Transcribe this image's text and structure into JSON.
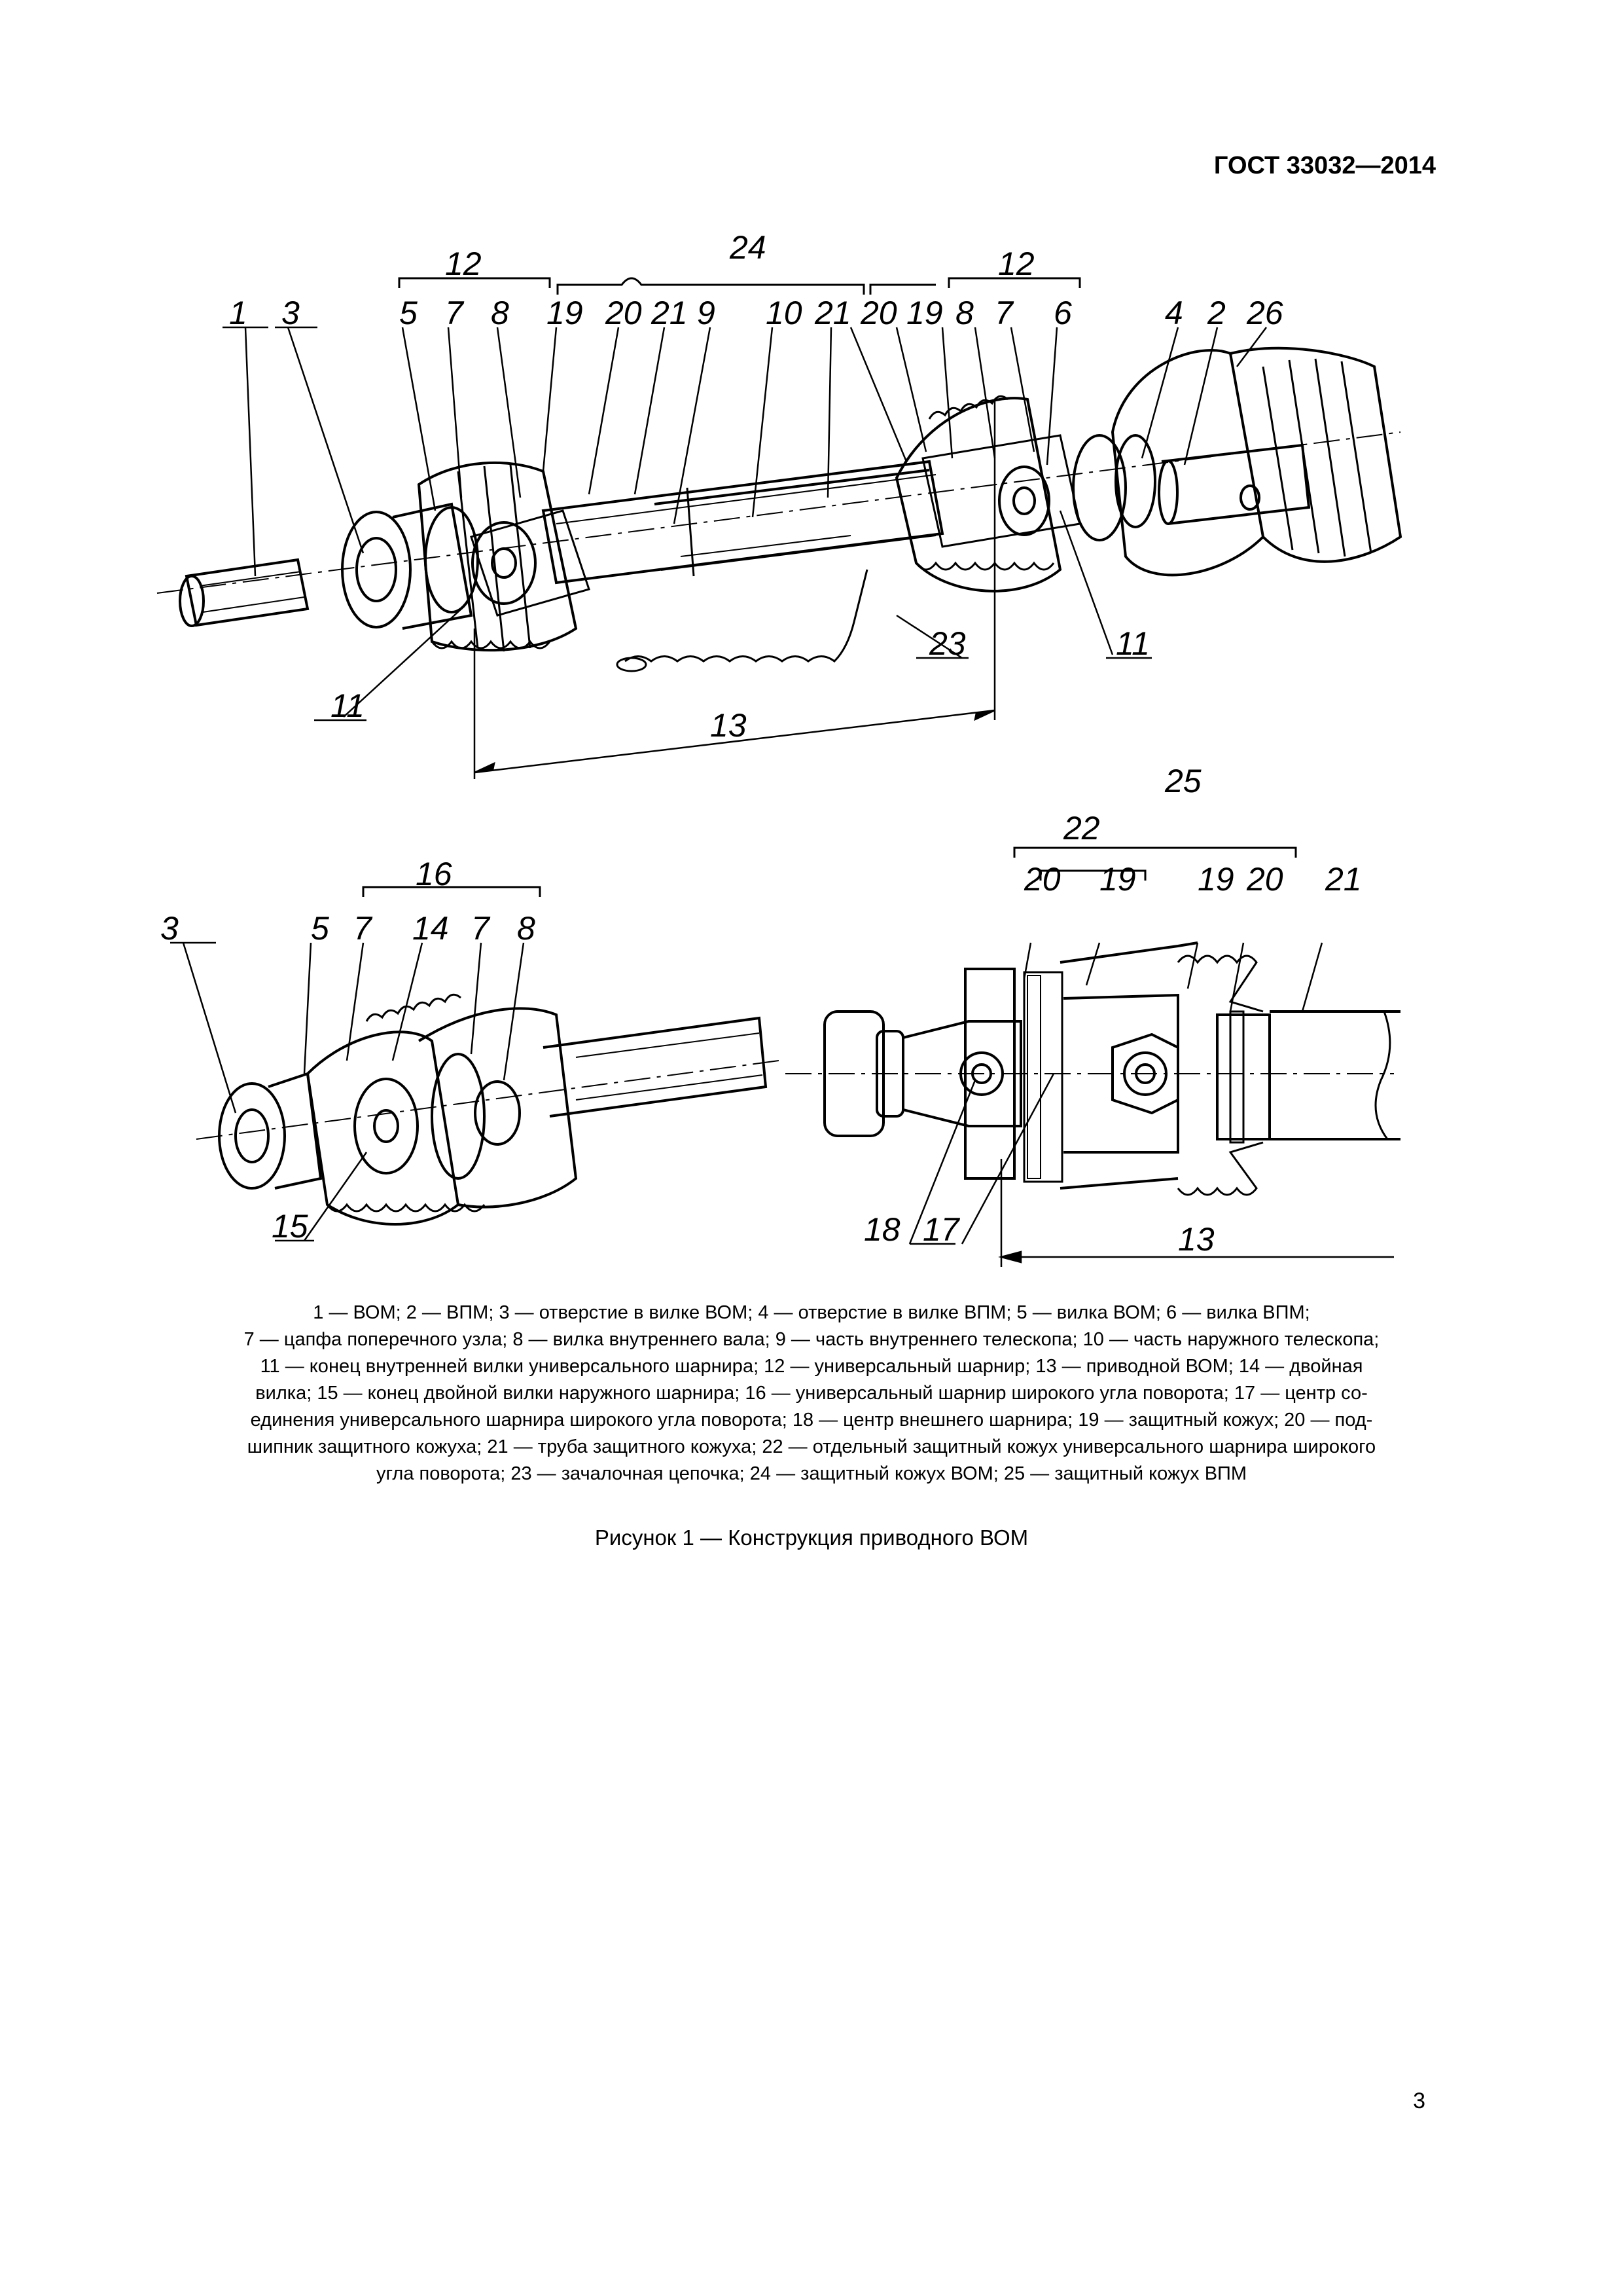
{
  "header": {
    "standard": "ГОСТ 33032—2014"
  },
  "figure_labels": {
    "l1": "1",
    "l3": "3",
    "l5": "5",
    "l7": "7",
    "l8": "8",
    "l19": "19",
    "l20": "20",
    "l21": "21",
    "l9": "9",
    "l10": "10",
    "l21b": "21",
    "l20b": "20",
    "l19b": "19",
    "l8b": "8",
    "l7b": "7",
    "l6": "6",
    "l4": "4",
    "l2": "2",
    "l26": "26",
    "l12a": "12",
    "l12b": "12",
    "l24": "24",
    "l11a": "11",
    "l11b": "11",
    "l23": "23",
    "l13a": "13",
    "l16": "16",
    "l3c": "3",
    "l5c": "5",
    "l7c": "7",
    "l14": "14",
    "l7d": "7",
    "l8c": "8",
    "l15": "15",
    "l25": "25",
    "l22": "22",
    "l20c": "20",
    "l19c": "19",
    "l19d": "19",
    "l20d": "20",
    "l21c": "21",
    "l18": "18",
    "l17": "17",
    "l13b": "13"
  },
  "legend": {
    "line1": "1 — ВОМ; 2 — ВПМ; 3 — отверстие в вилке ВОМ; 4 — отверстие в вилке ВПМ; 5 — вилка ВОМ; 6 — вилка ВПМ;",
    "line2": "7 — цапфа поперечного узла; 8 — вилка внутреннего вала; 9 — часть внутреннего телескопа; 10 — часть наружного телескопа;",
    "line3": "11 — конец внутренней вилки универсального шарнира; 12 — универсальный шарнир; 13 — приводной ВОМ; 14 — двойная",
    "line4": "вилка; 15 — конец двойной вилки наружного шарнира; 16 — универсальный шарнир широкого угла поворота; 17 — центр со-",
    "line5": "единения универсального шарнира широкого угла поворота; 18 — центр внешнего шарнира; 19 — защитный кожух; 20 — под-",
    "line6": "шипник защитного кожуха; 21 — труба защитного кожуха; 22 — отдельный защитный кожух универсального шарнира широкого",
    "line7": "угла поворота; 23 — зачалочная цепочка; 24 — защитный кожух ВОМ; 25 — защитный кожух ВПМ"
  },
  "figure_title": "Рисунок 1 — Конструкция приводного ВОМ",
  "page_number": "3"
}
